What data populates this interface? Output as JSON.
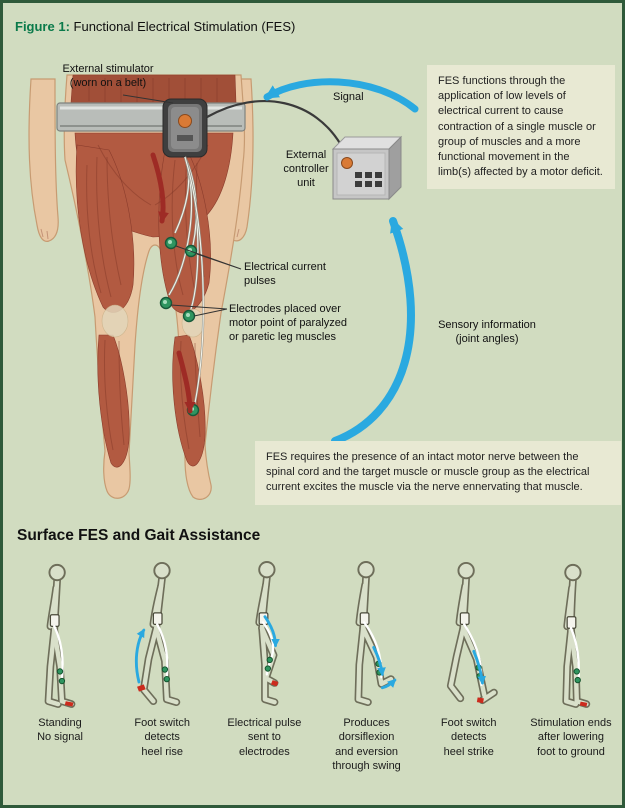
{
  "title": {
    "label": "Figure 1:",
    "text": "Functional Electrical Stimulation (FES)"
  },
  "diagram": {
    "labels": {
      "stimulator": "External stimulator\n(worn on a belt)",
      "signal": "Signal",
      "controller": "External\ncontroller\nunit",
      "pulses": "Electrical current\npulses",
      "electrodes": "Electrodes placed over\nmotor point of paralyzed\nor paretic leg muscles",
      "sensory": "Sensory information\n(joint angles)"
    },
    "info_boxes": {
      "function": "FES functions through the application of low levels of electrical current to cause contraction of a single muscle or group of muscles and a more functional movement in the limb(s) affected by a motor deficit.",
      "requirement": "FES requires the presence of an intact motor nerve between the spinal cord and the target muscle or muscle group as the electrical current excites the muscle via the nerve ennervating that muscle."
    }
  },
  "gait": {
    "heading": "Surface FES and Gait Assistance",
    "stages": [
      {
        "caption": "Standing\nNo signal"
      },
      {
        "caption": "Foot switch\ndetects\nheel rise"
      },
      {
        "caption": "Electrical pulse\nsent to\nelectrodes"
      },
      {
        "caption": "Produces\ndorsiflexion\nand eversion\nthrough swing"
      },
      {
        "caption": "Foot switch\ndetects\nheel strike"
      },
      {
        "caption": "Stimulation ends\nafter lowering\nfoot to ground"
      }
    ]
  },
  "colors": {
    "background": "#d1dcc0",
    "border": "#2f5a3a",
    "info_box": "#e8e9d3",
    "figure_label_green": "#0a7a4a",
    "signal_blue": "#2aa9e0",
    "arrow_red": "#9e2b25",
    "electrode_green": "#2f9560",
    "foot_switch_red": "#cc2b1d"
  }
}
